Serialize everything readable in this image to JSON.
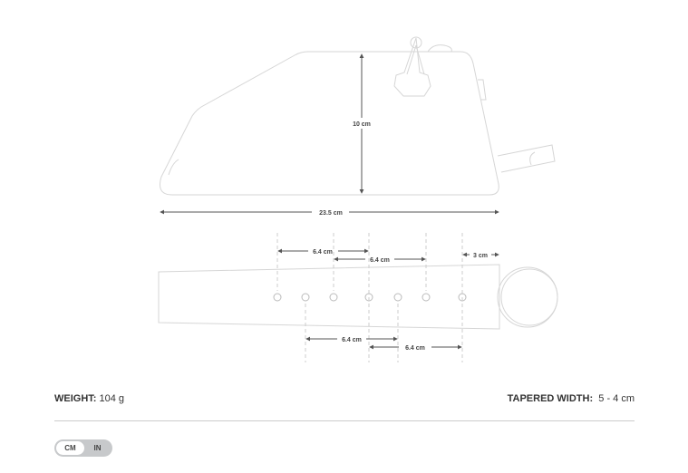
{
  "diagram": {
    "height_label": "10 cm",
    "length_label": "23.5 cm",
    "hole_spacing_labels": [
      "6.4 cm",
      "6.4 cm",
      "6.4 cm",
      "6.4 cm"
    ],
    "end_label": "3 cm"
  },
  "specs": {
    "weight_label": "WEIGHT:",
    "weight_value": "104 g",
    "width_label": "TAPERED WIDTH:",
    "width_value": "5 - 4 cm"
  },
  "unit_toggle": {
    "options": [
      "CM",
      "IN"
    ],
    "selected": "CM"
  },
  "colors": {
    "line": "#d6d6d6",
    "arrow": "#555555",
    "toggle_bg": "#c7c9cb"
  }
}
